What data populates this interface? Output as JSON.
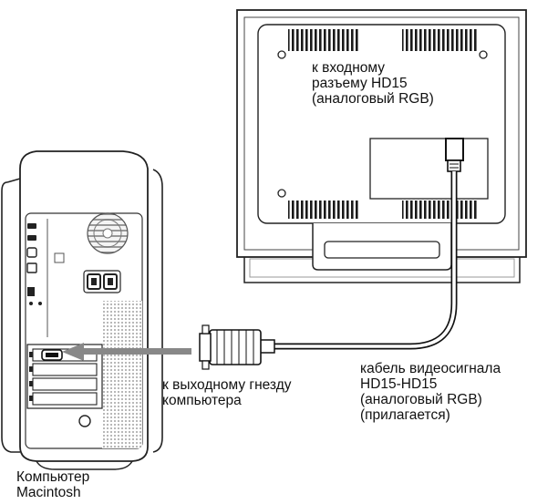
{
  "labels": {
    "monitor_input": [
      "к входному",
      "разъему HD15",
      "(аналоговый RGB)"
    ],
    "cable": [
      "кабель видеосигнала",
      "HD15-HD15",
      "(аналоговый RGB)",
      "(прилагается)"
    ],
    "computer_output": [
      "к выходному гнезду",
      "компьютера"
    ],
    "computer_name": [
      "Компьютер",
      "Macintosh"
    ]
  }
}
